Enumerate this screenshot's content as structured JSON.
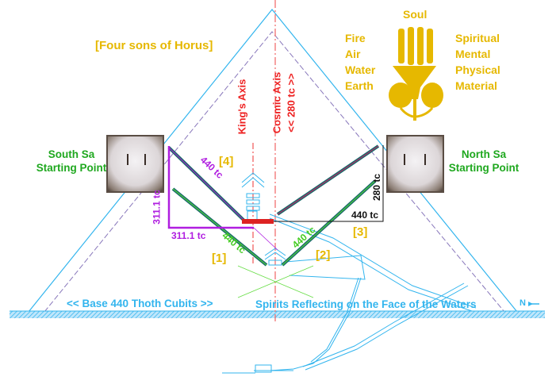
{
  "title": "[Four sons of Horus]",
  "soul": "Soul",
  "elements": [
    "Fire",
    "Air",
    "Water",
    "Earth"
  ],
  "planes": [
    "Spiritual",
    "Mental",
    "Physical",
    "Material"
  ],
  "south_sa": {
    "line1": "South Sa",
    "line2": "Starting Point"
  },
  "north_sa": {
    "line1": "North Sa",
    "line2": "Starting Point"
  },
  "axes": {
    "king": "King's Axis",
    "cosmic": "Cosmic Axis",
    "cosmic_sub": "<< 280 tc >>"
  },
  "shafts": {
    "s4": "[4]",
    "s1": "[1]",
    "s2": "[2]",
    "s3": "[3]"
  },
  "measures": {
    "upper_south": "440 tc",
    "lower_south": "440 tc",
    "lower_north": "440 tc",
    "purple_vertical": "311.1 tc",
    "purple_horizontal": "311.1 tc",
    "black_vertical": "280 tc",
    "black_horizontal": "440 tc"
  },
  "base_label": "<<  Base 440 Thoth Cubits  >>",
  "waters_label": "Spirits Reflecting on the Face of the Waters",
  "north_marker": "N",
  "colors": {
    "gold": "#e6b800",
    "green": "#1fa81f",
    "purple": "#b01ee0",
    "red": "#ee2222",
    "sky": "#33b5ee"
  }
}
